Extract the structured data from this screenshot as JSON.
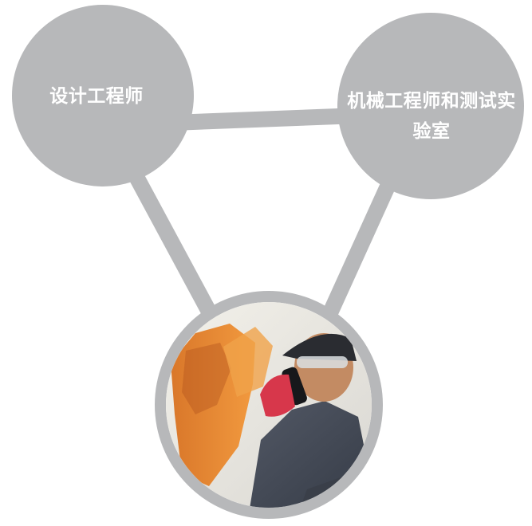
{
  "nodes": {
    "left_label": "设计工程师",
    "right_label": "机械工程师和测试实验室"
  },
  "photo": {
    "subject": "worker-on-phone-photo"
  },
  "colors": {
    "node_fill": "#b7b8ba",
    "label_text": "#ffffff",
    "photo_bg": "#ffffff"
  }
}
